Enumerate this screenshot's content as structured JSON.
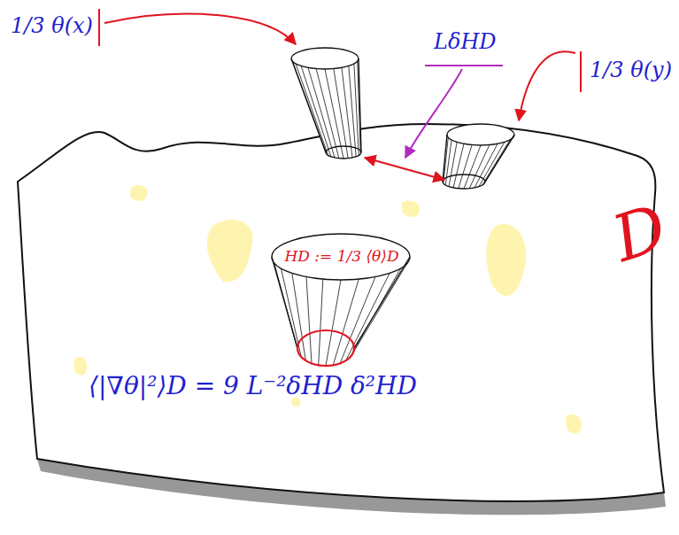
{
  "diagram": {
    "nodes": [
      {
        "text": [
          "⟨|∇θ|²⟩D = 9 L⁻²δHD δ²HD",
          "D"
        ]
      },
      {
        "text": [
          "HD := 1/3 ⟨θ⟩D"
        ],
        "in": 0
      }
    ],
    "labels": [
      "1/3 θ(x)",
      "1/3 θ(y)",
      "LδHD"
    ]
  }
}
